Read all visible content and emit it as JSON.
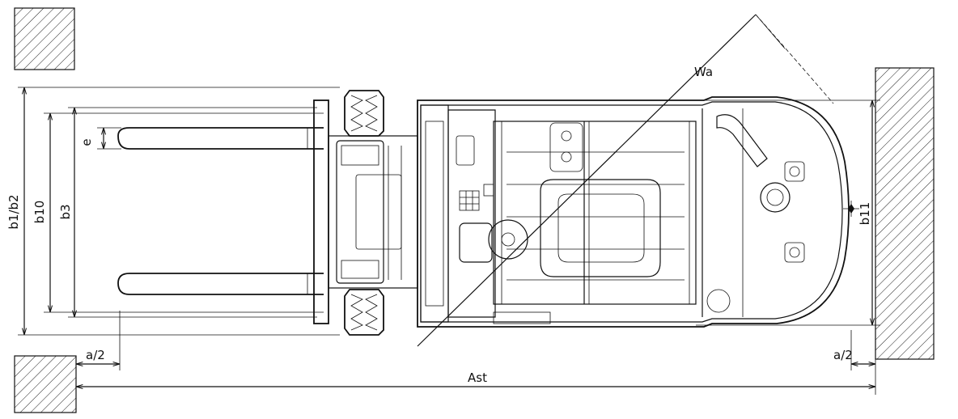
{
  "diagram": {
    "labels": {
      "e": "e",
      "b1_b2": "b1/b2",
      "b10": "b10",
      "b3": "b3",
      "b11": "b11",
      "wa": "Wa",
      "a2_left": "a/2",
      "a2_right": "a/2",
      "ast": "Ast"
    }
  }
}
